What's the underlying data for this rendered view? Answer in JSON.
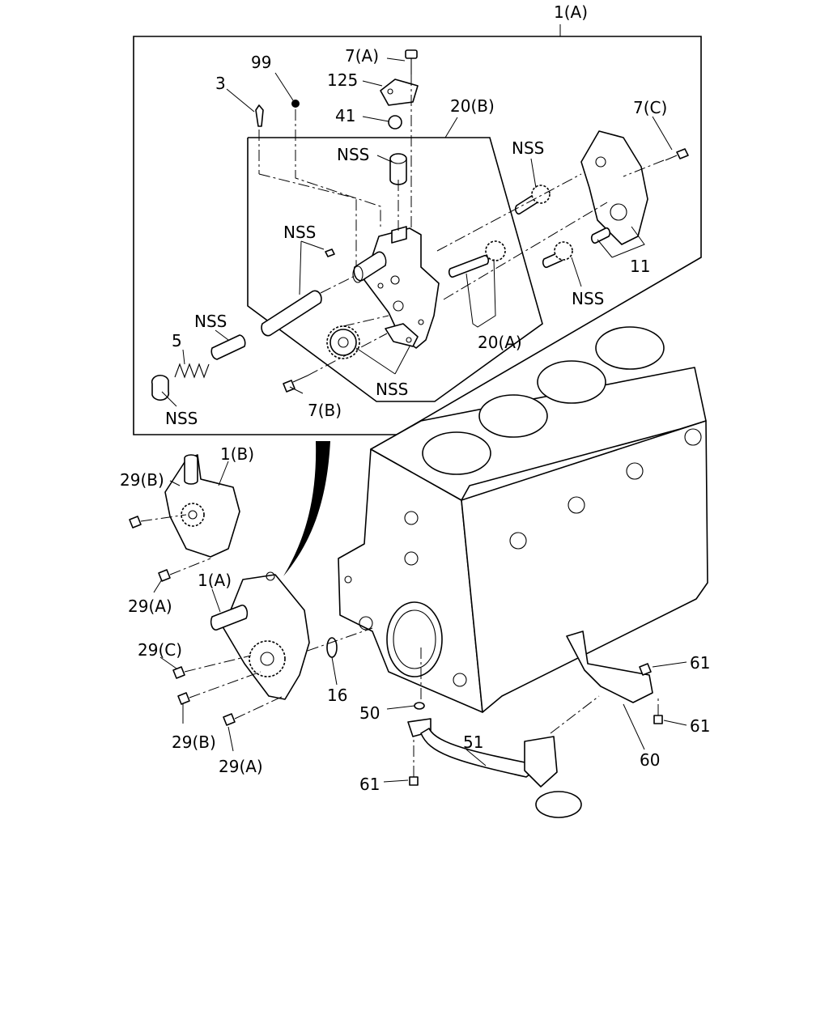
{
  "labels": {
    "assembly_1a_top": "1(A)",
    "bolt_7a": "7(A)",
    "plate_125": "125",
    "ball_41": "41",
    "housing_20b": "20(B)",
    "bolt_7c": "7(C)",
    "pin_3": "3",
    "plug_99": "99",
    "nss_bushing_top": "NSS",
    "nss_gear_top": "NSS",
    "nss_bolt_pipe": "NSS",
    "dowel_11": "11",
    "nss_gear_right": "NSS",
    "spring_5": "5",
    "nss_plunger": "NSS",
    "nss_cap": "NSS",
    "shaft_20a": "20(A)",
    "nss_gears_front": "NSS",
    "bolt_7b": "7(B)",
    "assembly_1b": "1(B)",
    "bolt_29b_upper": "29(B)",
    "bolt_29a_upper": "29(A)",
    "assembly_1a_lower": "1(A)",
    "bolt_29c": "29(C)",
    "oring_16": "16",
    "bolt_29b_lower": "29(B)",
    "bolt_29a_lower": "29(A)",
    "gasket_50": "50",
    "strainer_51": "51",
    "bolt_61_left": "61",
    "bolt_61_upper": "61",
    "bolt_61_right": "61",
    "bracket_60": "60"
  }
}
